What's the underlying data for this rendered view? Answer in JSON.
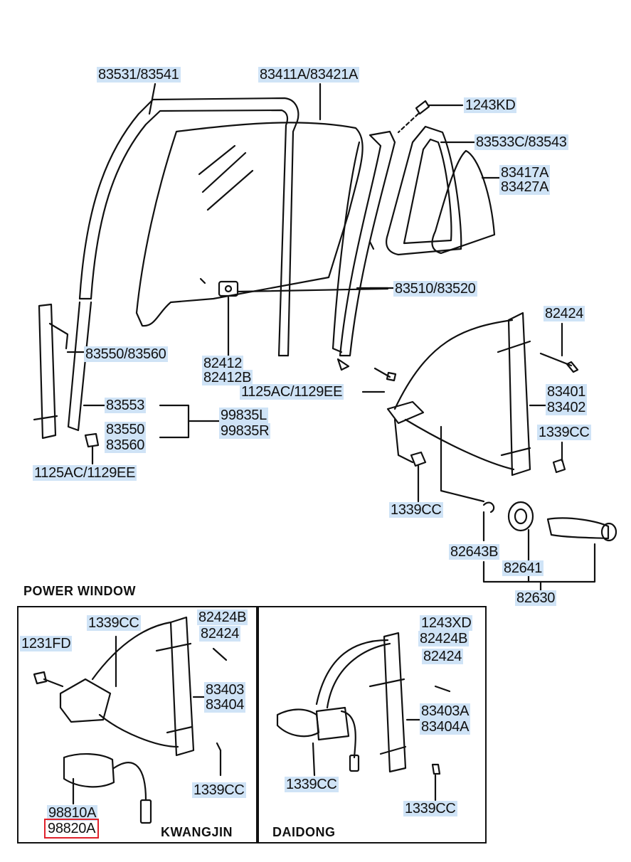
{
  "labels": {
    "p83531": "83531/83541",
    "p83411": "83411A/83421A",
    "p1243kd": "1243KD",
    "p83533": "83533C/83543",
    "p83417": "83417A",
    "p83427": "83427A",
    "p83510": "83510/83520",
    "p82424": "82424",
    "p83550_60": "83550/83560",
    "p82412": "82412",
    "p82412b": "82412B",
    "p1125_mid": "1125AC/1129EE",
    "p83401": "83401",
    "p83402": "83402",
    "p83553": "83553",
    "p99835l": "99835L",
    "p99835r": "99835R",
    "p83550": "83550",
    "p83560": "83560",
    "p1339_right": "1339CC",
    "p1125_left": "1125AC/1129EE",
    "p1339_mid": "1339CC",
    "p82643b": "82643B",
    "p82641": "82641",
    "p82630": "82630"
  },
  "power_window": {
    "heading": "POWER WINDOW",
    "kwangjin": {
      "title": "KWANGJIN",
      "p1339a": "1339CC",
      "p82424b": "82424B",
      "p82424": "82424",
      "p1231fd": "1231FD",
      "p83403": "83403",
      "p83404": "83404",
      "p1339b": "1339CC",
      "p98810a": "98810A",
      "p98820a": "98820A"
    },
    "daidong": {
      "title": "DAIDONG",
      "p1243xd": "1243XD",
      "p82424b": "82424B",
      "p82424": "82424",
      "p83403a": "83403A",
      "p83404a": "83404A",
      "p1339a": "1339CC",
      "p1339b": "1339CC"
    }
  },
  "colors": {
    "label_highlight": "#cfe3f6",
    "selected_outline": "#e0212b",
    "line": "#111111"
  }
}
